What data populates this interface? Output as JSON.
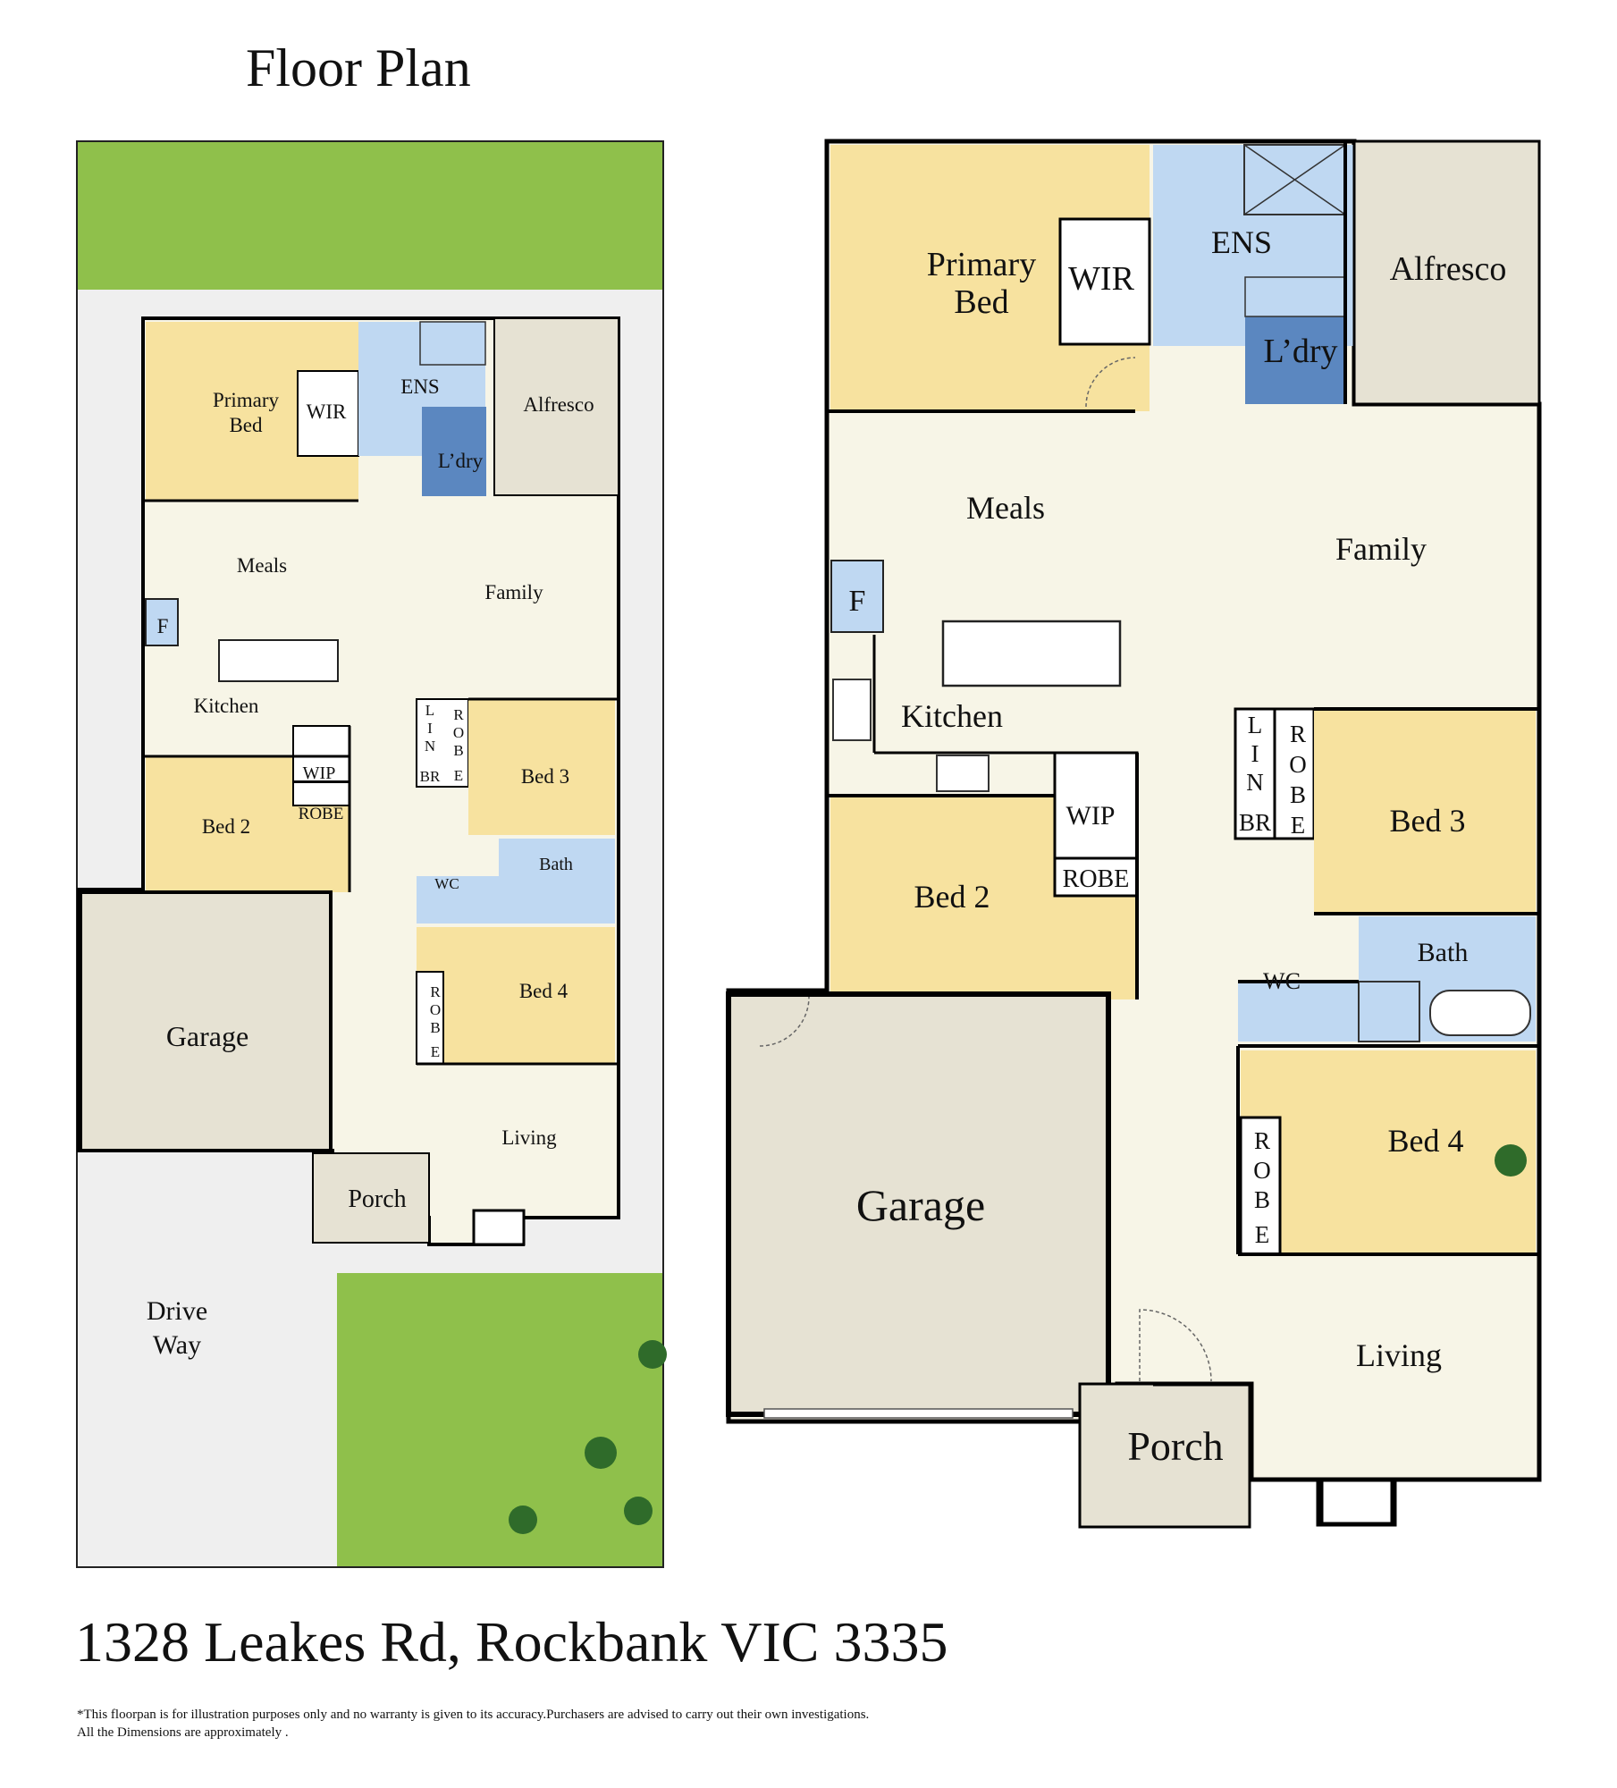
{
  "title": "Floor Plan",
  "address": "1328 Leakes Rd, Rockbank VIC 3335",
  "disclaimer": {
    "line1": "*This floorpan is for illustration purposes only and no warranty is given to its accuracy.Purchasers are advised to carry out their own investigations.",
    "line2": "All the Dimensions are approximately ."
  },
  "colors": {
    "bedroom": "#f7e29f",
    "living": "#f7f5e7",
    "wet_area": "#bfd8f2",
    "laundry": "#5b87c0",
    "garage": "#e6e2d3",
    "lawn": "#8fc04b",
    "driveway": "#efefef",
    "wall": "#000000"
  },
  "site_plan": {
    "rooms": {
      "primary_bed": [
        "Primary",
        "Bed"
      ],
      "wir": "WIR",
      "ens": "ENS",
      "alfresco": "Alfresco",
      "laundry": "L’dry",
      "meals": "Meals",
      "family": "Family",
      "fridge": "F",
      "kitchen": "Kitchen",
      "wip": "WIP",
      "robe": "ROBE",
      "bed2": "Bed 2",
      "linen": [
        "L",
        "I",
        "N"
      ],
      "br": "BR",
      "robe_vertical": [
        "R",
        "O",
        "B",
        "E"
      ],
      "bed3": "Bed 3",
      "bath": "Bath",
      "wc": "WC",
      "bed4": "Bed 4",
      "garage": "Garage",
      "living": "Living",
      "porch": "Porch",
      "driveway": [
        "Drive",
        "Way"
      ]
    }
  },
  "floor_plan": {
    "rooms": {
      "primary_bed": [
        "Primary",
        "Bed"
      ],
      "wir": "WIR",
      "ens": "ENS",
      "alfresco": "Alfresco",
      "laundry": "L’dry",
      "meals": "Meals",
      "family": "Family",
      "fridge": "F",
      "kitchen": "Kitchen",
      "wip": "WIP",
      "robe": "ROBE",
      "bed2": "Bed 2",
      "linen": [
        "L",
        "I",
        "N"
      ],
      "br": "BR",
      "robe_vertical": [
        "R",
        "O",
        "B",
        "E"
      ],
      "bed3": "Bed 3",
      "bath": "Bath",
      "wc": "WC",
      "bed4": "Bed 4",
      "garage": "Garage",
      "living": "Living",
      "porch": "Porch"
    }
  }
}
